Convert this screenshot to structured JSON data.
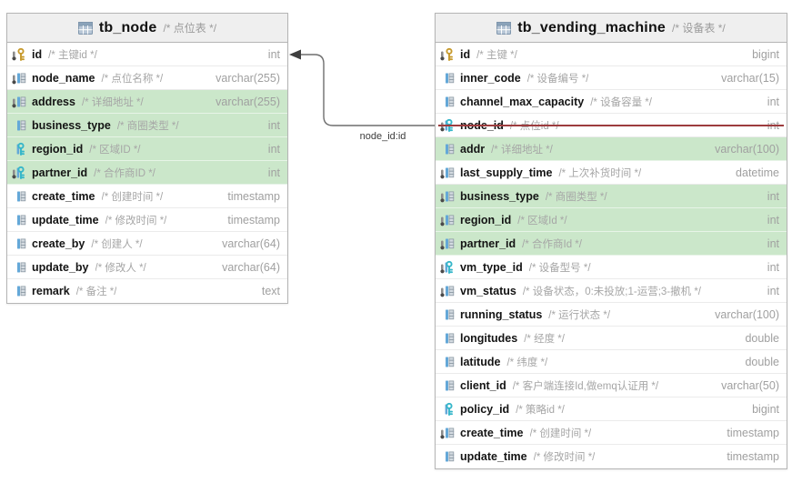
{
  "relation": {
    "label": "node_id:id"
  },
  "colors": {
    "highlight_green": "#cbe7ca",
    "strike_red": "#9d3c3e",
    "primary_key_gold": "#c79a2d",
    "key_cyan": "#35b6c9",
    "column_blue": "#64a8d8",
    "header_gray": "#efefef"
  },
  "tables": [
    {
      "name": "tb_node",
      "comment": "/* 点位表 */",
      "columns": [
        {
          "name": "id",
          "comment": "/* 主键id */",
          "type": "int",
          "icon": "primary-key",
          "notnull": true,
          "highlight": false,
          "strike": false
        },
        {
          "name": "node_name",
          "comment": "/* 点位名称 */",
          "type": "varchar(255)",
          "icon": "column",
          "notnull": true,
          "highlight": false,
          "strike": false
        },
        {
          "name": "address",
          "comment": "/* 详细地址 */",
          "type": "varchar(255)",
          "icon": "column",
          "notnull": true,
          "highlight": true,
          "strike": false
        },
        {
          "name": "business_type",
          "comment": "/* 商圈类型 */",
          "type": "int",
          "icon": "column",
          "notnull": false,
          "highlight": true,
          "strike": false
        },
        {
          "name": "region_id",
          "comment": "/* 区域ID */",
          "type": "int",
          "icon": "key",
          "notnull": false,
          "highlight": true,
          "strike": false
        },
        {
          "name": "partner_id",
          "comment": "/* 合作商ID */",
          "type": "int",
          "icon": "key",
          "notnull": true,
          "highlight": true,
          "strike": false
        },
        {
          "name": "create_time",
          "comment": "/* 创建时间 */",
          "type": "timestamp",
          "icon": "column",
          "notnull": false,
          "highlight": false,
          "strike": false
        },
        {
          "name": "update_time",
          "comment": "/* 修改时间 */",
          "type": "timestamp",
          "icon": "column",
          "notnull": false,
          "highlight": false,
          "strike": false
        },
        {
          "name": "create_by",
          "comment": "/* 创建人 */",
          "type": "varchar(64)",
          "icon": "column",
          "notnull": false,
          "highlight": false,
          "strike": false
        },
        {
          "name": "update_by",
          "comment": "/* 修改人 */",
          "type": "varchar(64)",
          "icon": "column",
          "notnull": false,
          "highlight": false,
          "strike": false
        },
        {
          "name": "remark",
          "comment": "/* 备注 */",
          "type": "text",
          "icon": "column",
          "notnull": false,
          "highlight": false,
          "strike": false
        }
      ]
    },
    {
      "name": "tb_vending_machine",
      "comment": "/* 设备表 */",
      "columns": [
        {
          "name": "id",
          "comment": "/* 主键 */",
          "type": "bigint",
          "icon": "primary-key",
          "notnull": true,
          "highlight": false,
          "strike": false
        },
        {
          "name": "inner_code",
          "comment": "/* 设备编号 */",
          "type": "varchar(15)",
          "icon": "column",
          "notnull": false,
          "highlight": false,
          "strike": false
        },
        {
          "name": "channel_max_capacity",
          "comment": "/* 设备容量 */",
          "type": "int",
          "icon": "column",
          "notnull": false,
          "highlight": false,
          "strike": false
        },
        {
          "name": "node_id",
          "comment": "/* 点位id */",
          "type": "int",
          "icon": "key",
          "notnull": true,
          "highlight": false,
          "strike": true
        },
        {
          "name": "addr",
          "comment": "/* 详细地址 */",
          "type": "varchar(100)",
          "icon": "column",
          "notnull": false,
          "highlight": true,
          "strike": false
        },
        {
          "name": "last_supply_time",
          "comment": "/* 上次补货时间 */",
          "type": "datetime",
          "icon": "column",
          "notnull": true,
          "highlight": false,
          "strike": false
        },
        {
          "name": "business_type",
          "comment": "/* 商圈类型 */",
          "type": "int",
          "icon": "column",
          "notnull": true,
          "highlight": true,
          "strike": false
        },
        {
          "name": "region_id",
          "comment": "/* 区域Id */",
          "type": "int",
          "icon": "column",
          "notnull": true,
          "highlight": true,
          "strike": false
        },
        {
          "name": "partner_id",
          "comment": "/* 合作商Id */",
          "type": "int",
          "icon": "column",
          "notnull": true,
          "highlight": true,
          "strike": false
        },
        {
          "name": "vm_type_id",
          "comment": "/* 设备型号 */",
          "type": "int",
          "icon": "key",
          "notnull": true,
          "highlight": false,
          "strike": false
        },
        {
          "name": "vm_status",
          "comment": "/* 设备状态，0:未投放;1-运营;3-撤机 */",
          "type": "int",
          "icon": "column",
          "notnull": true,
          "highlight": false,
          "strike": false
        },
        {
          "name": "running_status",
          "comment": "/* 运行状态 */",
          "type": "varchar(100)",
          "icon": "column",
          "notnull": false,
          "highlight": false,
          "strike": false
        },
        {
          "name": "longitudes",
          "comment": "/* 经度 */",
          "type": "double",
          "icon": "column",
          "notnull": false,
          "highlight": false,
          "strike": false
        },
        {
          "name": "latitude",
          "comment": "/* 纬度 */",
          "type": "double",
          "icon": "column",
          "notnull": false,
          "highlight": false,
          "strike": false
        },
        {
          "name": "client_id",
          "comment": "/* 客户端连接Id,做emq认证用 */",
          "type": "varchar(50)",
          "icon": "column",
          "notnull": false,
          "highlight": false,
          "strike": false
        },
        {
          "name": "policy_id",
          "comment": "/* 策略id */",
          "type": "bigint",
          "icon": "key",
          "notnull": false,
          "highlight": false,
          "strike": false
        },
        {
          "name": "create_time",
          "comment": "/* 创建时间 */",
          "type": "timestamp",
          "icon": "column",
          "notnull": true,
          "highlight": false,
          "strike": false
        },
        {
          "name": "update_time",
          "comment": "/* 修改时间 */",
          "type": "timestamp",
          "icon": "column",
          "notnull": false,
          "highlight": false,
          "strike": false
        }
      ]
    }
  ]
}
